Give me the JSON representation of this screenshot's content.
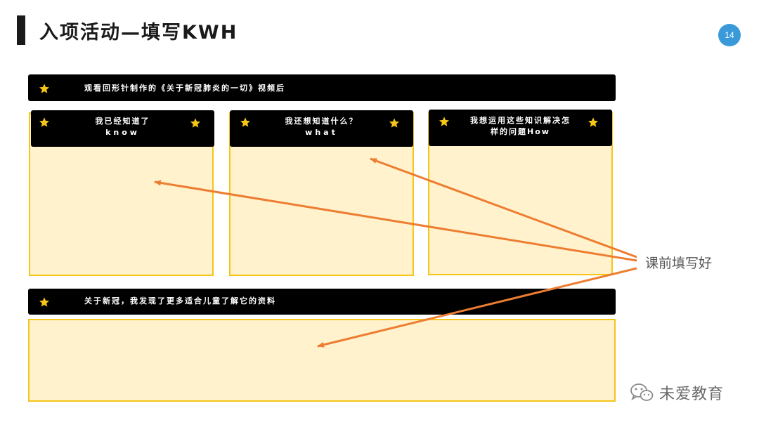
{
  "slide": {
    "title": "入项活动—填写KWH",
    "page_number": "14"
  },
  "top_bar": {
    "text": "观看回形针制作的《关于新冠肺炎的一切》视频后"
  },
  "cards": [
    {
      "line1": "我已经知道了",
      "line2": "know"
    },
    {
      "line1": "我还想知道什么？",
      "line2": "what"
    },
    {
      "line1": "我想运用这些知识解决怎",
      "line2": "样的问题How"
    }
  ],
  "bottom_bar": {
    "text": "关于新冠，我发现了更多适合儿童了解它的资料"
  },
  "annotation": {
    "text": "课前填写好"
  },
  "brand": {
    "text": "未爱教育",
    "icon": "wechat-icon"
  },
  "colors": {
    "panel_fill": "#fff2cc",
    "panel_border": "#f5c518",
    "star": "#f5c518",
    "arrow": "#ed7d31",
    "badge": "#3a9ad9"
  }
}
